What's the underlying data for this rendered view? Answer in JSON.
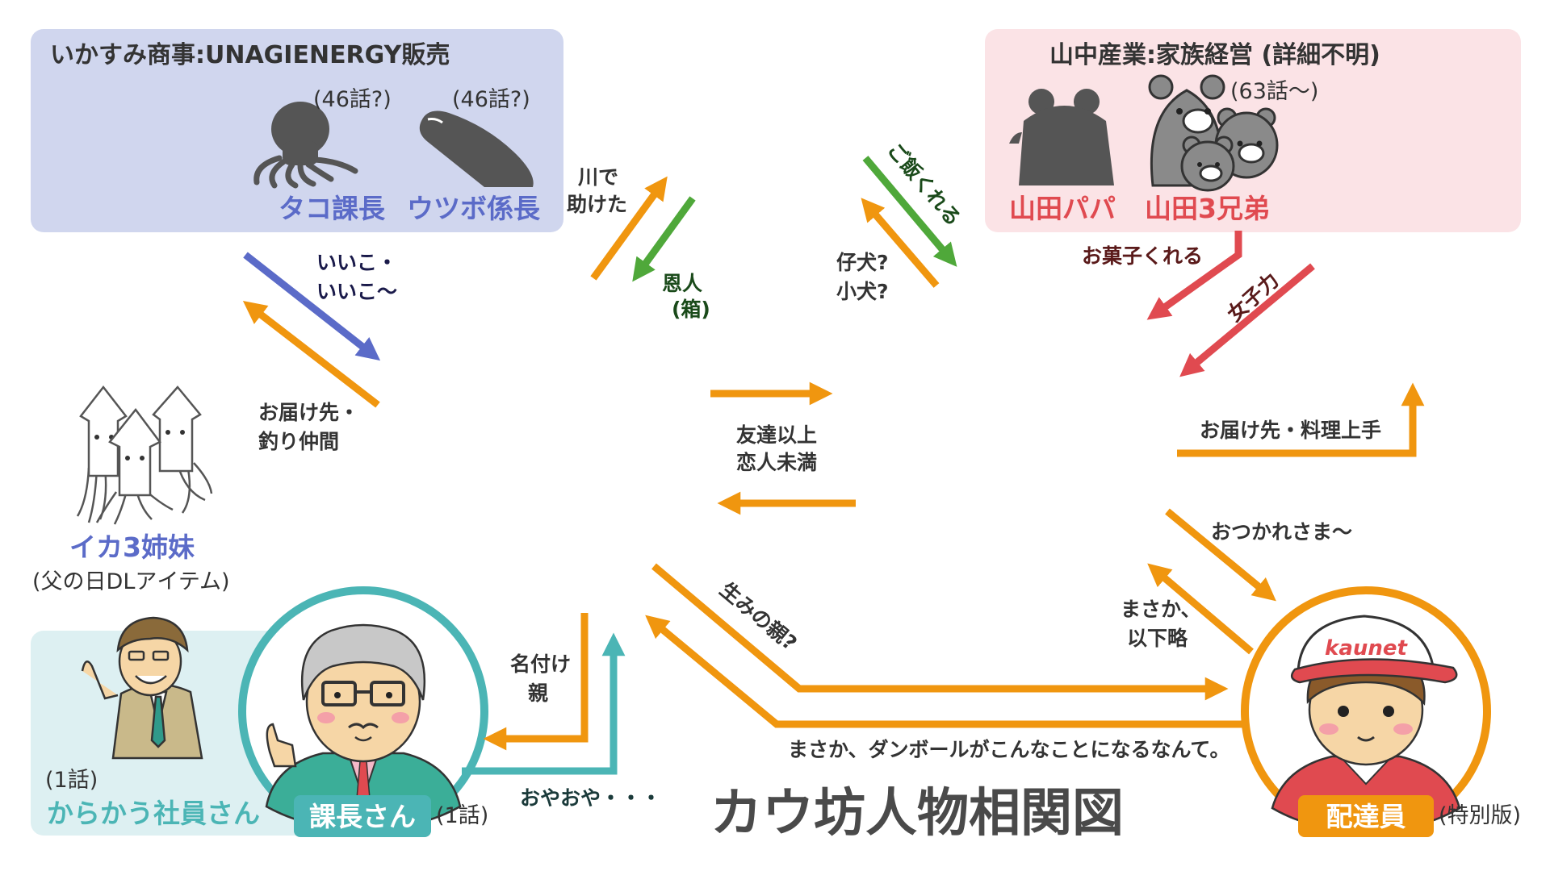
{
  "title": "カウ坊人物相関図",
  "groups": {
    "ikasumi": {
      "title": "いかすみ商事:UNAGIENERGY販売"
    },
    "yamanaka": {
      "title": "山中産業:家族経営 (詳細不明)"
    }
  },
  "characters": {
    "tako": {
      "name": "タコ課長",
      "episode": "(46話?)"
    },
    "utsubo": {
      "name": "ウツボ係長",
      "episode": "(46話?)"
    },
    "papa": {
      "name": "山田パパ"
    },
    "brothers": {
      "name": "山田3兄弟",
      "episode": "(63話〜)"
    },
    "ika": {
      "name": "イカ3姉妹",
      "note": "(父の日DLアイテム)"
    },
    "karakau": {
      "name": "からかう社員さん",
      "episode": "(1話)"
    },
    "kachou": {
      "name": "課長さん",
      "episode": "(1話)"
    },
    "haitatsu": {
      "name": "配達員",
      "note": "(特別版)",
      "cap_logo": "kaunet"
    }
  },
  "relations": {
    "kawa": [
      "川で",
      "助けた"
    ],
    "onjin": [
      "恩人",
      "(箱)"
    ],
    "gohan": "ご飯くれる",
    "koinu": [
      "仔犬?",
      "小犬?"
    ],
    "okashi": "お菓子くれる",
    "joshiryoku": "女子力",
    "iiko": [
      "いいこ・",
      "いいこ〜"
    ],
    "otodoke_tsuri": [
      "お届け先・",
      "釣り仲間"
    ],
    "yuujin": [
      "友達以上",
      "恋人未満"
    ],
    "otodoke_ryouri": "お届け先・料理上手",
    "otsukare": "おつかれさま〜",
    "masaka": [
      "まさか、",
      "以下略"
    ],
    "umi": "生みの親?",
    "nazuke": [
      "名付け",
      "親"
    ],
    "oyaoya": "おやおや・・・",
    "danbooru": "まさか、ダンボールがこんなことになるなんて。"
  },
  "colors": {
    "orange": "#F0960F",
    "blue": "#5B6BC8",
    "green": "#4FA83A",
    "red": "#E04A50",
    "teal": "#4BB5B5",
    "lavender_box": "#D0D6EE",
    "pink_box": "#FBE3E6",
    "teal_box": "#DDF0F2"
  }
}
